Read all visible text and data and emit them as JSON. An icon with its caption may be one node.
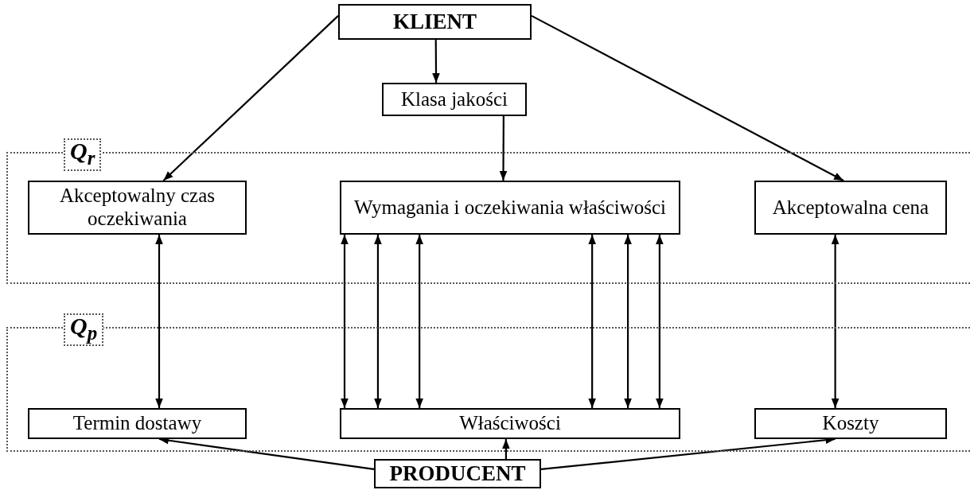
{
  "diagram": {
    "nodes": [
      {
        "text": [
          "KLIENT"
        ]
      },
      {
        "text": [
          "Klasa jakości"
        ]
      },
      {
        "text": [
          "Q$_{r}$"
        ]
      },
      {
        "text": [
          "Akceptowalny czas oczekiwania"
        ],
        "in": 2
      },
      {
        "text": [
          "Wymagania i oczekiwania właściwości"
        ],
        "in": 2
      },
      {
        "text": [
          "Akceptowalna cena"
        ],
        "in": 2
      },
      {
        "text": [
          "Q$_{p}$"
        ]
      },
      {
        "text": [
          "Termin dostawy"
        ],
        "in": 6
      },
      {
        "text": [
          "Właściwości"
        ],
        "in": 6
      },
      {
        "text": [
          "Koszty"
        ],
        "in": 6
      },
      {
        "text": [
          "PRODUCENT"
        ]
      }
    ],
    "edges": [
      {
        "from": 0,
        "to": 3,
        "arrow": "to"
      },
      {
        "from": 0,
        "to": 1,
        "arrow": "to"
      },
      {
        "from": 0,
        "to": 5,
        "arrow": "to"
      },
      {
        "from": 1,
        "to": 4,
        "arrow": "to"
      },
      {
        "from": 3,
        "to": 7,
        "arrow": "both"
      },
      {
        "from": 4,
        "to": 8,
        "arrow": "both"
      },
      {
        "from": 4,
        "to": 8,
        "arrow": "both"
      },
      {
        "from": 4,
        "to": 8,
        "arrow": "both"
      },
      {
        "from": 4,
        "to": 8,
        "arrow": "both"
      },
      {
        "from": 4,
        "to": 8,
        "arrow": "both"
      },
      {
        "from": 4,
        "to": 8,
        "arrow": "both"
      },
      {
        "from": 5,
        "to": 9,
        "arrow": "both"
      },
      {
        "from": 10,
        "to": 7,
        "arrow": "to"
      },
      {
        "from": 10,
        "to": 8,
        "arrow": "to"
      },
      {
        "from": 10,
        "to": 9,
        "arrow": "to"
      }
    ]
  }
}
